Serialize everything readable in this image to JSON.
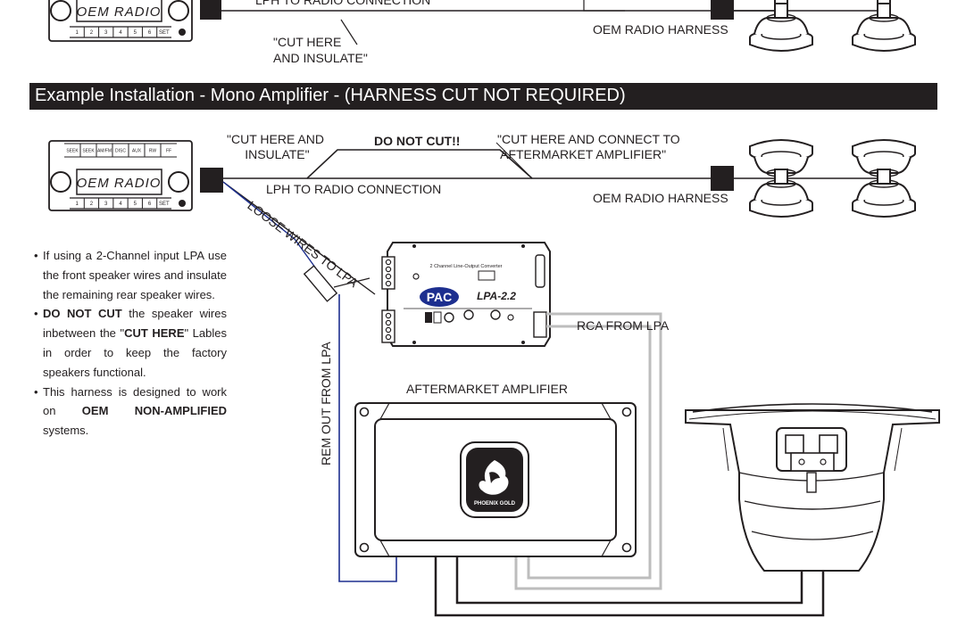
{
  "top_section": {
    "lph_label": "LPH TO RADIO CONNECTION",
    "cut_label": "\"CUT HERE\nAND INSULATE\"",
    "oem_harness": "OEM RADIO HARNESS",
    "radio_display": "OEM RADIO",
    "preset_keys": [
      "1",
      "2",
      "3",
      "4",
      "5",
      "6",
      "SET"
    ]
  },
  "banner": {
    "title": "Example Installation - Mono Amplifier - (HARNESS CUT NOT REQUIRED)"
  },
  "main_diagram": {
    "radio": {
      "display": "OEM RADIO",
      "top_keys": [
        "SEEK",
        "SEEK",
        "AM/FM",
        "DISC",
        "AUX",
        "RW",
        "FF"
      ],
      "preset_keys": [
        "1",
        "2",
        "3",
        "4",
        "5",
        "6",
        "SET"
      ]
    },
    "cut_insulate": "\"CUT HERE AND\n INSULATE\"",
    "do_not_cut": "DO NOT CUT!!",
    "cut_connect": "\"CUT HERE AND CONNECT TO\n AFTERMARKET AMPLIFIER\"",
    "lph_label": "LPH TO RADIO CONNECTION",
    "oem_harness": "OEM RADIO HARNESS",
    "loose_wires": "LOOSE WIRES TO LPA",
    "rca_label": "RCA FROM LPA",
    "rem_label": "REM OUT FROM LPA",
    "amp_label": "AFTERMARKET AMPLIFIER",
    "lpa": {
      "brand": "PAC",
      "model": "LPA-2.2",
      "title": "2 Channel Line-Output Converter"
    },
    "amp_logo_text": "PHOENIX GOLD"
  },
  "notes": {
    "b1": "If using a 2-Channel input LPA use the front speaker wires and insulate the remaining rear speaker wires.",
    "b2_strong": "DO NOT CUT",
    "b2_a": " the speaker wires inbetween the \"",
    "b2_strong2": "CUT HERE",
    "b2_b": "\" Lables in order to keep the factory speakers functional.",
    "b3_a": "This harness is designed to work on ",
    "b3_strong": "OEM NON-AMPLIFIED",
    "b3_b": " systems."
  }
}
